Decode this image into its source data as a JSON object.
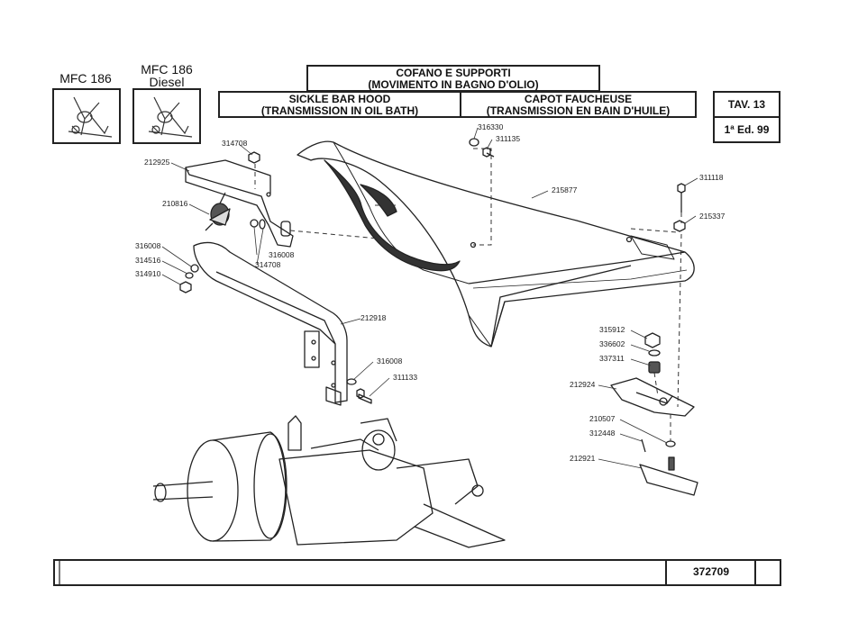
{
  "header": {
    "model_left": "MFC 186",
    "model_right_line1": "MFC 186",
    "model_right_line2": "Diesel",
    "title_it_line1": "COFANO E SUPPORTI",
    "title_it_line2": "(MOVIMENTO IN BAGNO D'OLIO)",
    "title_en_line1": "SICKLE BAR HOOD",
    "title_en_line2": "(TRANSMISSION IN OIL BATH)",
    "title_fr_line1": "CAPOT FAUCHEUSE",
    "title_fr_line2": "(TRANSMISSION EN BAIN D'HUILE)",
    "table_no": "TAV. 13",
    "edition": "1ª Ed. 99"
  },
  "parts": {
    "p314708a": "314708",
    "p212925": "212925",
    "p210816": "210816",
    "p316008a": "316008",
    "p314516": "314516",
    "p314910": "314910",
    "p316008b": "316008",
    "p314708b": "314708",
    "p212918": "212918",
    "p316008c": "316008",
    "p311133": "311133",
    "p316330": "316330",
    "p311135": "311135",
    "p215877": "215877",
    "p311118": "311118",
    "p215337": "215337",
    "p315912": "315912",
    "p336602": "336602",
    "p337311": "337311",
    "p212924": "212924",
    "p210507": "210507",
    "p312448": "312448",
    "p212921": "212921"
  },
  "footer": {
    "doc_no": "372709"
  }
}
